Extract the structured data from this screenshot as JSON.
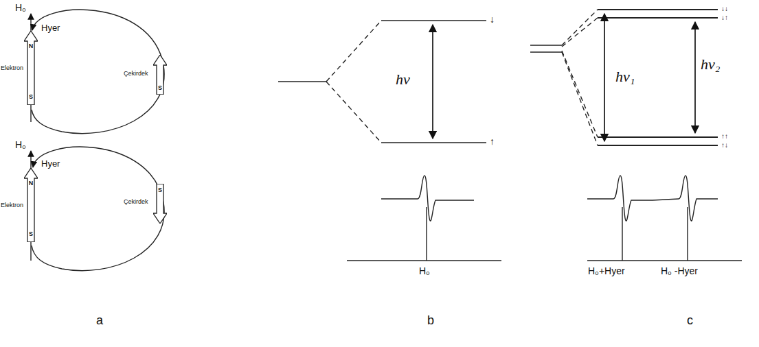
{
  "diagram": {
    "nodes": [
      {
        "text": [
          "N",
          "S"
        ]
      },
      {
        "text": [
          "S"
        ]
      },
      {
        "text": [
          "N",
          "S"
        ]
      },
      {
        "text": [
          "S"
        ]
      }
    ],
    "labels": [
      "H₀",
      "Hyer",
      "Elektron",
      "Çekirdek",
      "H₀",
      "Hyer",
      "Elektron",
      "Çekirdek",
      "hν",
      "↓",
      "↑",
      "H₀",
      "hν₁",
      "hν₂",
      "↓↓",
      "↓↑",
      "↑↑",
      "↑↓",
      "H₀+Hyer",
      "H₀ -Hyer",
      "a",
      "b",
      "c"
    ]
  }
}
